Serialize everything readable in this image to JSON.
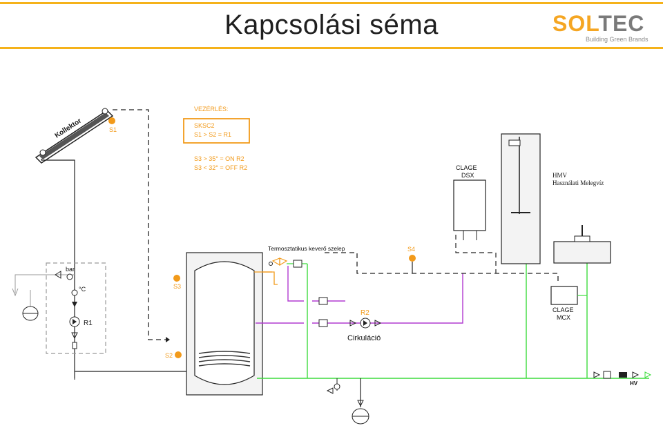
{
  "header": {
    "title": "Kapcsolási séma",
    "logo_so": "SOL",
    "logo_tec": "TEC",
    "logo_tagline": "Building Green Brands"
  },
  "control": {
    "heading": "VEZÉRLÉS:",
    "box_line1": "SKSC2",
    "box_line2": "S1 > S2 = R1",
    "rule1": "S3 > 35° = ON R2",
    "rule2": "S3 < 32° = OFF R2"
  },
  "labels": {
    "collector": "Kollektor",
    "s1": "S1",
    "s2": "S2",
    "s3": "S3",
    "s4": "S4",
    "r1": "R1",
    "r2": "R2",
    "bar": "bar",
    "celsius": "°C",
    "mixer": "Termosztatikus keverő szelep",
    "circulation": "Cirkuláció",
    "dsx_1": "CLAGE",
    "dsx_2": "DSX",
    "mcx_1": "CLAGE",
    "mcx_2": "MCX",
    "hmv_1": "HMV",
    "hmv_2": "Használati Melegvíz",
    "hv": "HV"
  },
  "colors": {
    "accent": "#f5b21a",
    "orange": "#f29a1a",
    "green": "#3ddc3d",
    "purple": "#b03ad0",
    "line": "#222222",
    "gray": "#9a9a9a"
  }
}
